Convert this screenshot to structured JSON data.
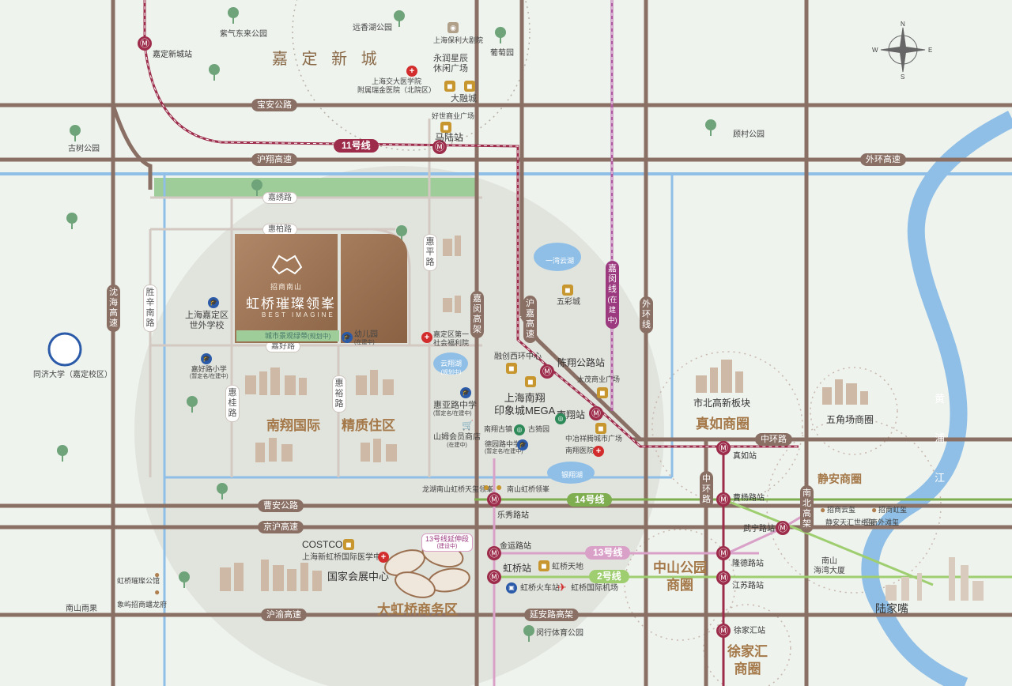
{
  "district": {
    "jiading_new_city": "嘉 定 新 城"
  },
  "project": {
    "brand": "招商南山",
    "name": "虹桥璀璨领峯",
    "name_en": "BEST IMAGINE",
    "greenway": "城市景观绿带",
    "greenway_note": "(规划中)"
  },
  "roads": {
    "baoan": "宝安公路",
    "huxiang": "沪翔高速",
    "waihuan_gs": "外环高速",
    "jiaxiu": "嘉绣路",
    "huibai": "惠柏路",
    "jiahao": "嘉好路",
    "huiping": "惠平路",
    "shenhai": "沈海高速",
    "shengxin": "胜辛南路",
    "huigui": "惠桂路",
    "huiyu": "惠裕路",
    "jiamin_gj": "嘉闵高架",
    "hujia": "沪嘉高速",
    "jiamin_line": "嘉闵线",
    "jiamin_line_note": "(在建中)",
    "waihuan": "外环线",
    "caoan": "曹安公路",
    "jinghu": "京沪高速",
    "huyu": "沪渝高速",
    "yanan_gj": "延安路高架",
    "zhonghuan": "中环路",
    "zhonghuan_v": "中环路",
    "nanbei_gj": "南北高架",
    "huangpu": "黄浦江"
  },
  "lines": {
    "l11": "11号线",
    "l14": "14号线",
    "l13": "13号线",
    "l2": "2号线",
    "l13ext": "13号线延伸段",
    "l13ext_note": "(建设中)"
  },
  "stations": {
    "jiading_xincheng": "嘉定新城站",
    "malu": "马陆站",
    "chenxiang": "陈翔公路站",
    "nanxiang": "南翔站",
    "zhenru": "真如站",
    "caoyang": "曹杨路站",
    "wuning": "武宁路站",
    "longde": "隆德路站",
    "jiangsu": "江苏路站",
    "xujiahui": "徐家汇站",
    "lexiu": "乐秀路站",
    "jinyun": "金运路站",
    "hongqiao": "虹桥站"
  },
  "places": {
    "ziqi_park": "紫气东来公园",
    "yuanxiang_lake": "远香湖公园",
    "shanghai_poly": "上海保利大剧院",
    "putao_yuan": "葡萄园",
    "ruijin_hosp": "上海交大医学院",
    "ruijin_hosp2": "附属瑞金医院（北院区）",
    "yongrun": "永润星辰",
    "yongrun2": "休闲广场",
    "darong": "大融城",
    "haoshi": "好世商业广场",
    "gushu_park": "古树公园",
    "gucun_park": "顾村公园",
    "shwy_school": "上海嘉定区",
    "shwy_school2": "世外学校",
    "tongji": "同济大学（嘉定校区）",
    "jiahao_school": "嘉好路小学",
    "jiahao_school_note": "(暂定名/在建中)",
    "kindergarten": "幼儿园",
    "kindergarten_note": "(在建中)",
    "welfare": "嘉定区第一",
    "welfare2": "社会福利院",
    "yunxiang_lake": "云翔湖",
    "yunxiang_note": "(规划中)",
    "yiwan_lake": "一湾云湖",
    "wucai": "五彩城",
    "rongchuang": "融创西环中心",
    "taimao": "太茂商业广场",
    "yinxiang_mega": "上海南翔",
    "yinxiang_mega2": "印象城MEGA",
    "huiya_school": "惠亚路中学",
    "huiya_school_note": "(暂定名/在建中)",
    "sams": "山姆会员商店",
    "sams_note": "(在建中)",
    "nanxiang_town": "南翔古镇",
    "guyi_garden": "古猗园",
    "deyuan_school": "德园路中学",
    "deyuan_note": "(暂定名/在建中)",
    "zhongye": "中冶祥腾城市广场",
    "nanxiang_hosp": "南翔医院",
    "yinxiang_lake": "银翔湖",
    "longhu": "龙湖南山虹桥天玺领峯",
    "nanshan_hongqiao": "南山虹桥领峯",
    "shibei": "市北高新板块",
    "zhenru_cbd": "真如商圈",
    "wujiaochang": "五角场商圈",
    "jingan_cbd": "静安商圈",
    "zhaoshang_yunxi": "招商云玺",
    "zhaoshang_hongxi": "招商虹玺",
    "jingan_tianhui": "静安天汇世纪玺",
    "zhaoshang_waitan": "招商外滩玺",
    "nanshan_bay": "南山",
    "nanshan_bay2": "海湾大厦",
    "lujiazui": "陆家嘴",
    "zhongshan_park": "中山公园",
    "zhongshan_park2": "商圈",
    "xujiahui_cbd": "徐家汇",
    "xujiahui_cbd2": "商圈",
    "costco": "COSTCO",
    "xinhongqiao_med": "上海新虹桥国际医学中心",
    "expo": "国家会展中心",
    "da_hongqiao": "大虹桥商务区",
    "hongqiao_tiandi": "虹桥天地",
    "hongqiao_rail": "虹桥火车站",
    "hongqiao_air": "虹桥国际机场",
    "minhang_sports": "闵行体育公园",
    "hongqiao_cuican": "虹桥璀璨公馆",
    "xiangyue": "象屿招商蟠龙府",
    "nanshan_yuyuan": "南山雨果",
    "nanxiang_area": "南翔国际",
    "quality_area": "精质住区"
  },
  "compass": {
    "n": "N",
    "s": "S",
    "e": "E",
    "w": "W"
  },
  "colors": {
    "road": "#8a7064",
    "metro": "#9c2c4a",
    "line14": "#7fae50",
    "line13": "#d9a0c8",
    "line2": "#9fce70",
    "river": "#7fb3de",
    "water": "#8fbfe6",
    "green": "#9fcd9a"
  }
}
